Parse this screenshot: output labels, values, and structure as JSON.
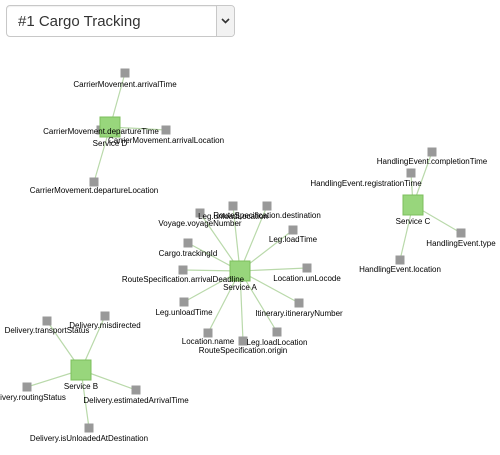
{
  "selector": {
    "value": "#1 Cargo Tracking",
    "icon": "chevron-down-icon"
  },
  "colors": {
    "service": "#98d67c",
    "service_stroke": "#7cbf5d",
    "field": "#999999",
    "link": "#b9d9aa"
  },
  "services": [
    {
      "name": "Service D",
      "fields": [
        "CarrierMovement.arrivalTime",
        "CarrierMovement.departureTime",
        "CarrierMovement.arrivalLocation",
        "CarrierMovement.departureLocation"
      ]
    },
    {
      "name": "Service A",
      "fields": [
        "Leg.unloadLocation",
        "RouteSpecification.destination",
        "Voyage.voyageNumber",
        "Leg.loadTime",
        "Cargo.trackingId",
        "Location.unLocode",
        "RouteSpecification.arrivalDeadline",
        "Leg.unloadTime",
        "Itinerary.itineraryNumber",
        "Location.name",
        "RouteSpecification.origin",
        "Leg.loadLocation"
      ]
    },
    {
      "name": "Service C",
      "fields": [
        "HandlingEvent.completionTime",
        "HandlingEvent.registrationTime",
        "HandlingEvent.type",
        "HandlingEvent.location"
      ]
    },
    {
      "name": "Service B",
      "fields": [
        "Delivery.transportStatus",
        "Delivery.misdirected",
        "Delivery.routingStatus",
        "Delivery.estimatedArrivalTime",
        "Delivery.isUnloadedAtDestination"
      ]
    }
  ]
}
